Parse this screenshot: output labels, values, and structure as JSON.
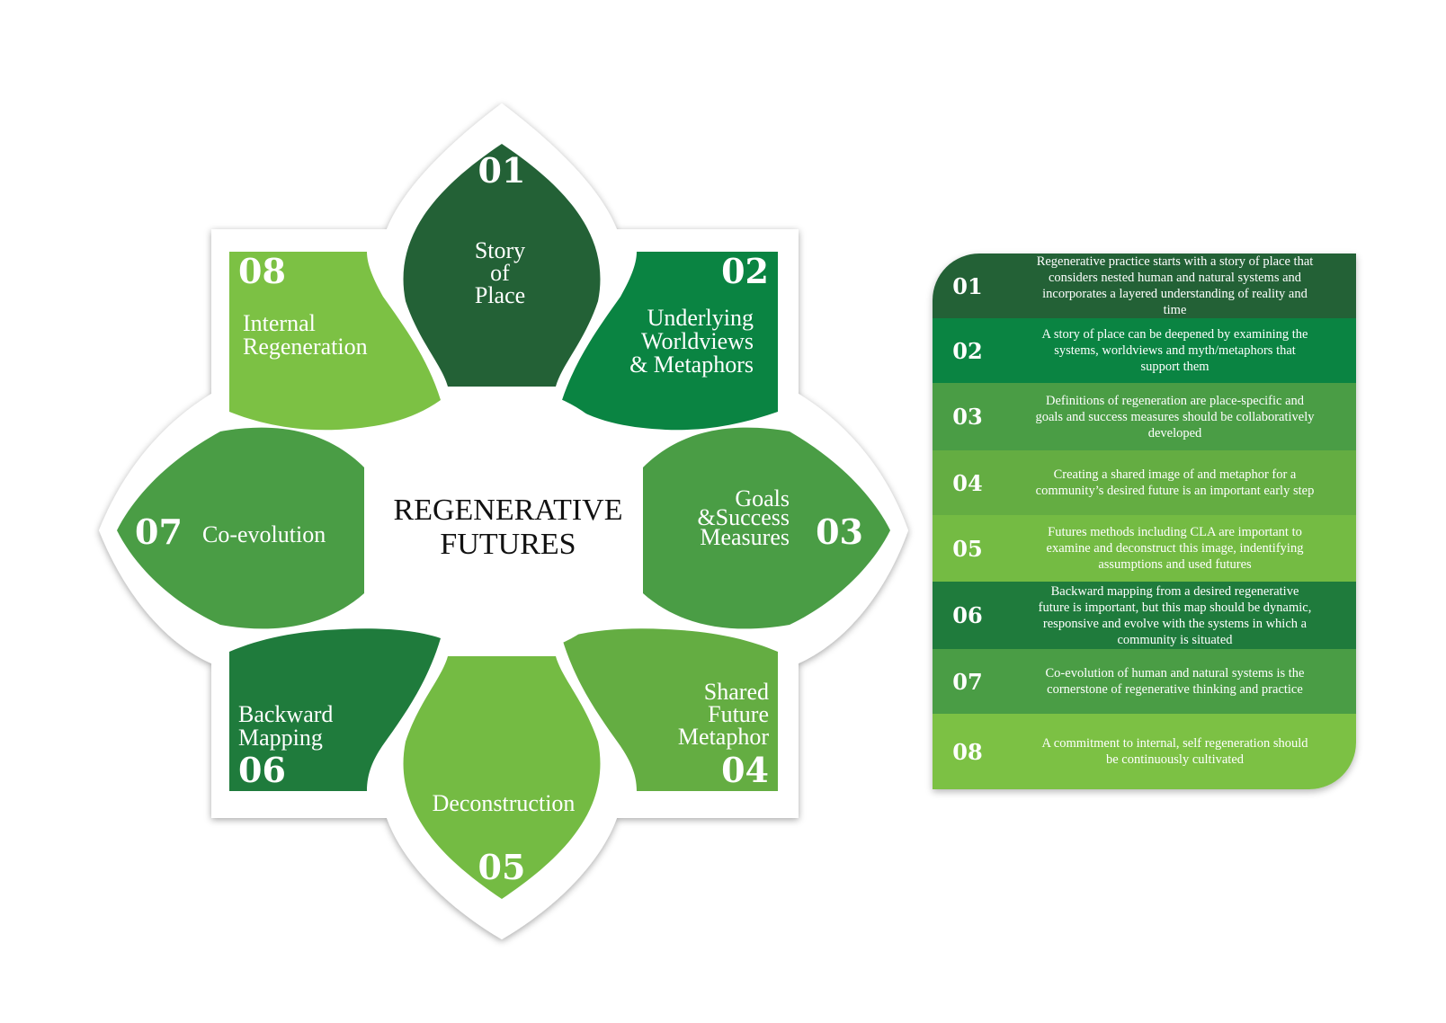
{
  "center": {
    "line1": "REGENERATIVE",
    "line2": "FUTURES"
  },
  "petals": [
    {
      "num": "01",
      "lines": [
        "Story",
        "of",
        "Place"
      ],
      "color": "#236136"
    },
    {
      "num": "02",
      "lines": [
        "Underlying",
        "Worldviews",
        "& Metaphors"
      ],
      "color": "#0a8442"
    },
    {
      "num": "03",
      "lines": [
        "Goals",
        "&Success",
        "Measures"
      ],
      "color": "#4a9d45"
    },
    {
      "num": "04",
      "lines": [
        "Shared",
        "Future",
        "Metaphor"
      ],
      "color": "#64ad42"
    },
    {
      "num": "05",
      "lines": [
        "Deconstruction"
      ],
      "color": "#74bb43"
    },
    {
      "num": "06",
      "lines": [
        "Backward",
        "Mapping"
      ],
      "color": "#1f7b3c"
    },
    {
      "num": "07",
      "lines": [
        "Co-evolution"
      ],
      "color": "#4a9d45"
    },
    {
      "num": "08",
      "lines": [
        "Internal",
        "Regeneration"
      ],
      "color": "#7cc144"
    }
  ],
  "table": {
    "rows": [
      {
        "num": "01",
        "color": "#236136",
        "lines": [
          "Regenerative practice starts with a story of place that",
          "considers nested human and natural systems and",
          "incorporates a layered understanding of reality and",
          "time"
        ]
      },
      {
        "num": "02",
        "color": "#0a8442",
        "lines": [
          "A story of place can be deepened by examining the",
          "systems, worldviews and myth/metaphors that",
          "support them"
        ]
      },
      {
        "num": "03",
        "color": "#4a9d45",
        "lines": [
          "Definitions of regeneration are place-specific and",
          "goals and success measures should be collaboratively",
          "developed"
        ]
      },
      {
        "num": "04",
        "color": "#64ad42",
        "lines": [
          "Creating a shared image of and metaphor for a",
          "community’s desired future is an important early step"
        ]
      },
      {
        "num": "05",
        "color": "#74bb43",
        "lines": [
          "Futures methods including CLA are important to",
          "examine and deconstruct this image, indentifying",
          "assumptions and used futures"
        ]
      },
      {
        "num": "06",
        "color": "#1f7b3c",
        "lines": [
          "Backward mapping from a desired regenerative",
          "future is important, but this map should be dynamic,",
          "responsive and evolve with the systems in which a",
          "community is situated"
        ]
      },
      {
        "num": "07",
        "color": "#4a9d45",
        "lines": [
          "Co-evolution of human and natural systems is the",
          "cornerstone of regenerative thinking and practice"
        ]
      },
      {
        "num": "08",
        "color": "#7cc144",
        "lines": [
          "A commitment to internal, self regeneration should",
          "be continuously cultivated"
        ]
      }
    ]
  }
}
